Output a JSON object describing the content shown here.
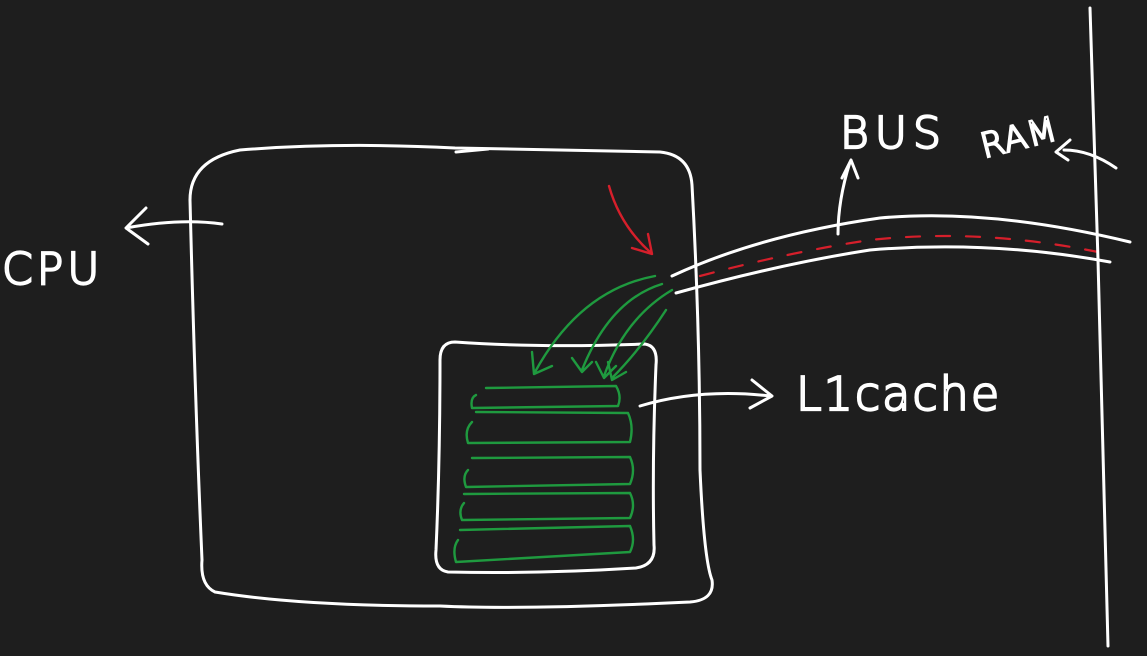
{
  "labels": {
    "cpu": "CPU",
    "bus": "BUS",
    "ram": "RAM",
    "cache": "L1cache"
  },
  "colors": {
    "background": "#1e1e1e",
    "ink": "#ffffff",
    "cache_lines": "#1f9a3f",
    "data_flow": "#d61f2b"
  }
}
